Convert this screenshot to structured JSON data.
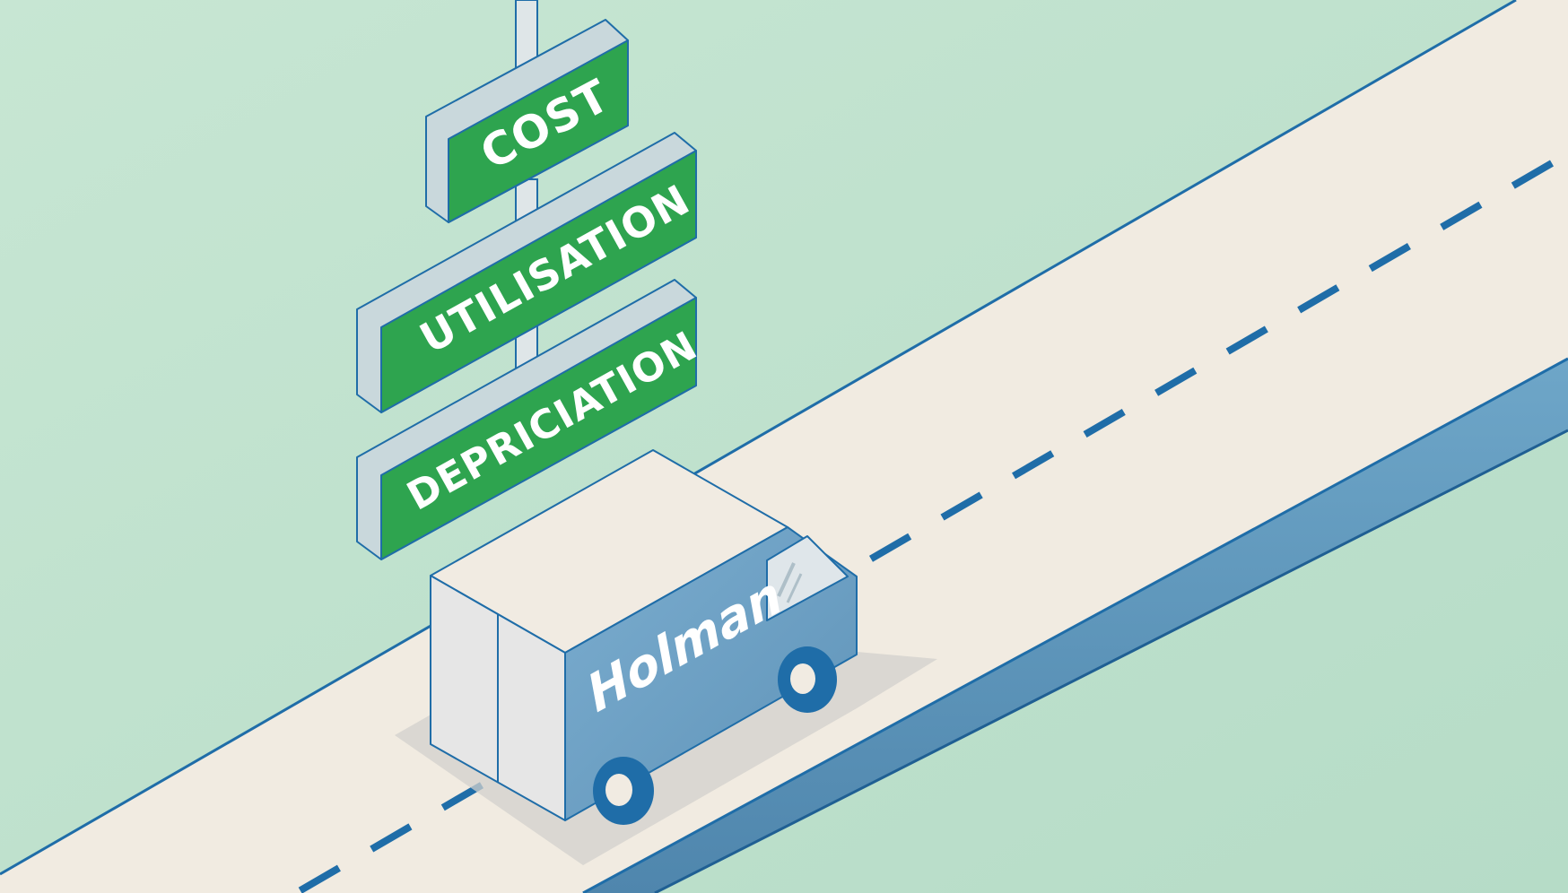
{
  "signs": [
    {
      "label": "COST"
    },
    {
      "label": "UTILISATION"
    },
    {
      "label": "DEPRICIATION"
    }
  ],
  "van": {
    "brand": "Holman"
  },
  "colors": {
    "background": "#c3e3d0",
    "road_surface": "#f0eadf",
    "road_edge": "#1f6da8",
    "road_side": "#6a9fc0",
    "sign_face": "#2ea44f",
    "sign_frame": "#c8d8dc",
    "van_body": "#6fa0c4",
    "van_box": "#e9e5df",
    "wheel": "#1f6da8"
  }
}
